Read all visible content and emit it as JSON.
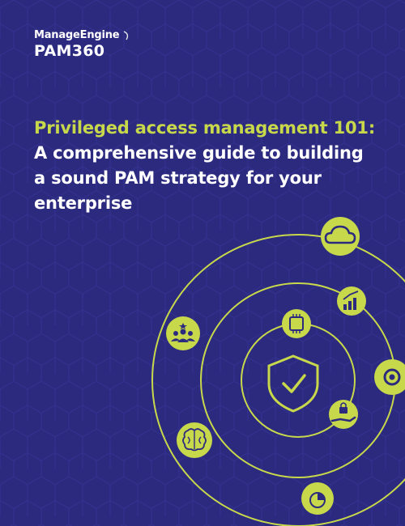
{
  "brand": {
    "company": "ManageEngine",
    "product": "PAM360"
  },
  "headline": {
    "line1": "Privileged access management 101:",
    "line2": "A comprehensive guide to building",
    "line3": "a sound PAM strategy for your",
    "line4": "enterprise"
  },
  "colors": {
    "background": "#2c2a7e",
    "accent": "#c8d84b",
    "text": "#ffffff"
  },
  "icons": [
    "cloud-icon",
    "growth-chart-icon",
    "chip-icon",
    "team-icon",
    "shield-check-icon",
    "gear-icon",
    "lock-hand-icon",
    "brain-icon",
    "pie-chart-icon"
  ]
}
